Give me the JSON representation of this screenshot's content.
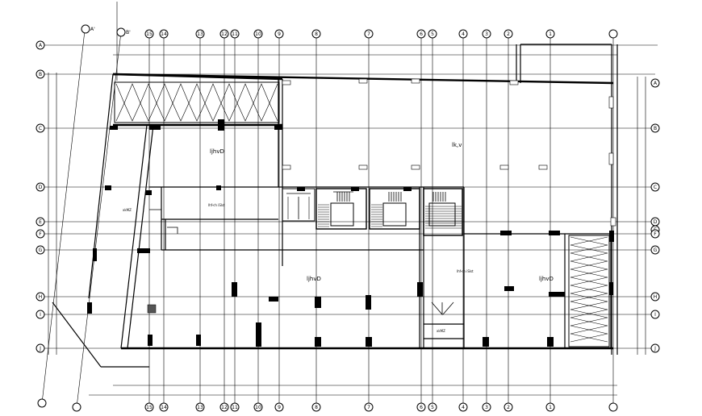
{
  "labels": {
    "room_top_left": "ljhvD",
    "room_top_right": "lk,v",
    "room_bottom_mid": "ljhvD",
    "room_bottom_right": "ljhvD",
    "lobby_top": "lhf<h iSlst",
    "lobby_mid": "lhf<h iSlst",
    "lift_left": "xkMZ",
    "lift_bottom": "xkMZ"
  },
  "bubbles": {
    "top": [
      "15",
      "14",
      "13",
      "12",
      "11",
      "10",
      "9",
      "8",
      "7",
      "6",
      "5",
      "4",
      "3",
      "2",
      "1"
    ],
    "left": [
      "A",
      "B",
      "C",
      "D",
      "E",
      "F",
      "G",
      "H",
      "I",
      "J"
    ],
    "right": [
      "A",
      "B",
      "C",
      "D",
      "E",
      "F",
      "G",
      "H",
      "I",
      "J"
    ],
    "angled": [
      "A'",
      "B'"
    ]
  },
  "colors": {
    "line": "#000000",
    "background": "#ffffff"
  }
}
